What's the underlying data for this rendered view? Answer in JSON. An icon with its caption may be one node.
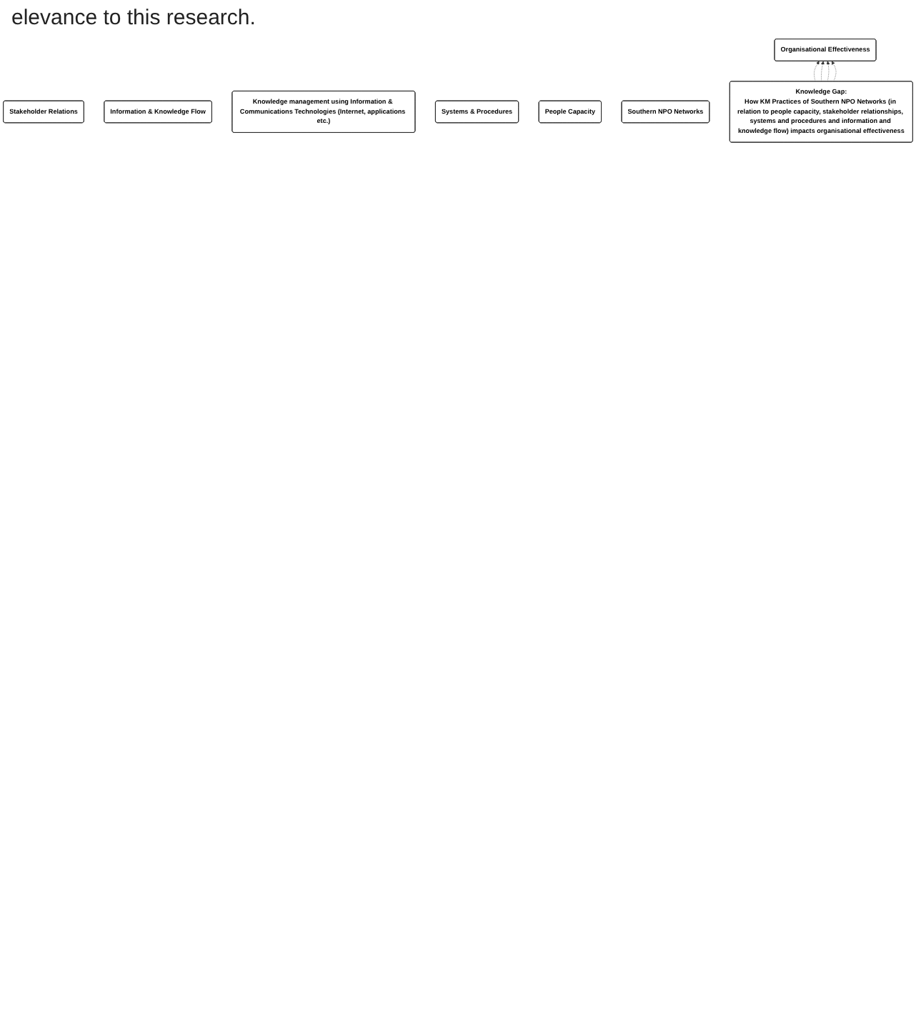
{
  "diagram": {
    "nodes": [
      {
        "text": [
          "Organisational Effectiveness"
        ]
      },
      {
        "text": [
          "Stakeholder Relations"
        ]
      },
      {
        "text": [
          "Information & Knowledge Flow"
        ]
      },
      {
        "text": [
          "Knowledge management using Information & Communications Technologies (Internet, applications etc.)"
        ]
      },
      {
        "text": [
          "Systems & Procedures"
        ]
      },
      {
        "text": [
          "People Capacity"
        ]
      },
      {
        "text": [
          "Southern NPO Networks"
        ]
      },
      {
        "text": [
          "Knowledge Gap:",
          "How KM Practices of Southern NPO Networks (in relation to people capacity, stakeholder relationships, systems and procedures and **information and knowledge flow) impacts organisational effectiveness**"
        ]
      }
    ],
    "edges": [
      {
        "from": 7,
        "to": 0,
        "arrow": "to",
        "style": "dashed"
      },
      {
        "from": 7,
        "to": 0,
        "arrow": "to",
        "style": "dashed"
      },
      {
        "from": 7,
        "to": 0,
        "arrow": "to",
        "style": "dashed"
      },
      {
        "from": 7,
        "to": 0,
        "arrow": "to",
        "style": "dashed"
      }
    ],
    "labels": [
      "elevance to this research."
    ]
  }
}
